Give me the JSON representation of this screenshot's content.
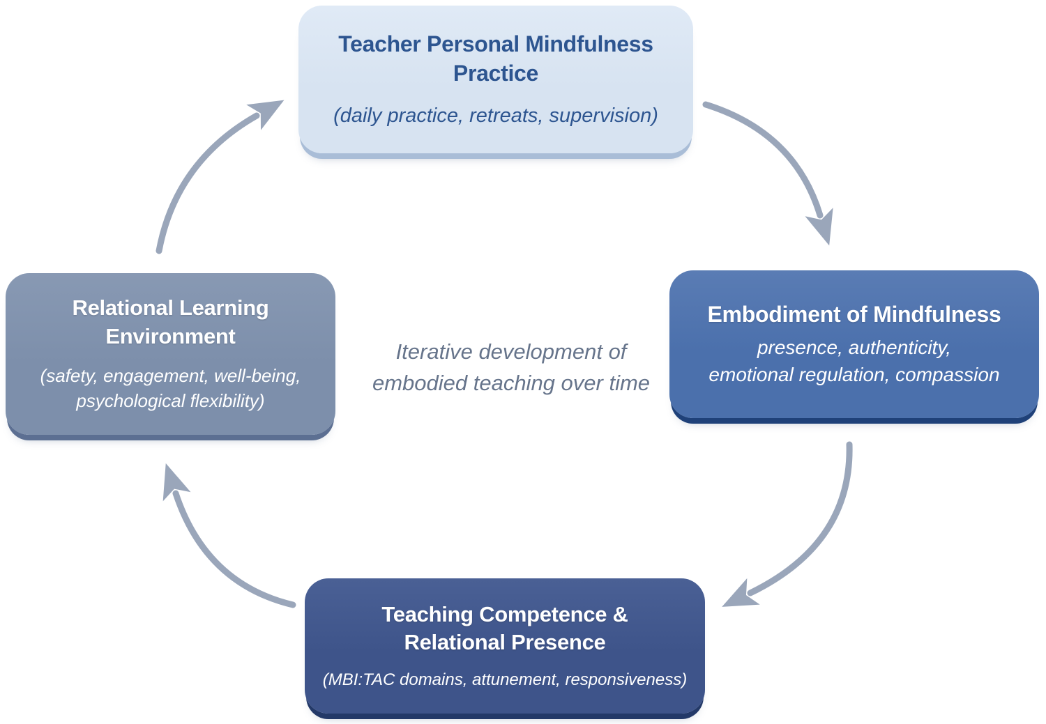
{
  "figure": {
    "arrow_color": "#9aa6ba",
    "center_label": {
      "text": "Iterative development of\nembodied teaching over time",
      "color": "#66748b"
    },
    "nodes": {
      "top": {
        "title": "Teacher Personal Mindfulness\nPractice",
        "subtitle": "(daily practice, retreats, supervision)",
        "bg": "#d7e3f1",
        "bg_top": "#e0eaf6",
        "lip": "#a9bdd7",
        "text": "#2d5590"
      },
      "right": {
        "title": "Embodiment of Mindfulness",
        "subtitle": "presence, authenticity,\nemotional regulation, compassion",
        "bg": "#4b70ac",
        "bg_top": "#5a7cb4",
        "lip": "#1f4179",
        "text": "#ffffff"
      },
      "bottom": {
        "title": "Teaching Competence &\nRelational Presence",
        "subtitle": "(MBI:TAC domains, attunement, responsiveness)",
        "bg": "#3e548a",
        "bg_top": "#4a6095",
        "lip": "#233968",
        "text": "#ffffff"
      },
      "left": {
        "title": "Relational Learning\nEnvironment",
        "subtitle": "(safety, engagement, well-being,\npsychological flexibility)",
        "bg": "#7d8fab",
        "bg_top": "#8899b3",
        "lip": "#5c6f92",
        "text": "#ffffff"
      }
    }
  }
}
